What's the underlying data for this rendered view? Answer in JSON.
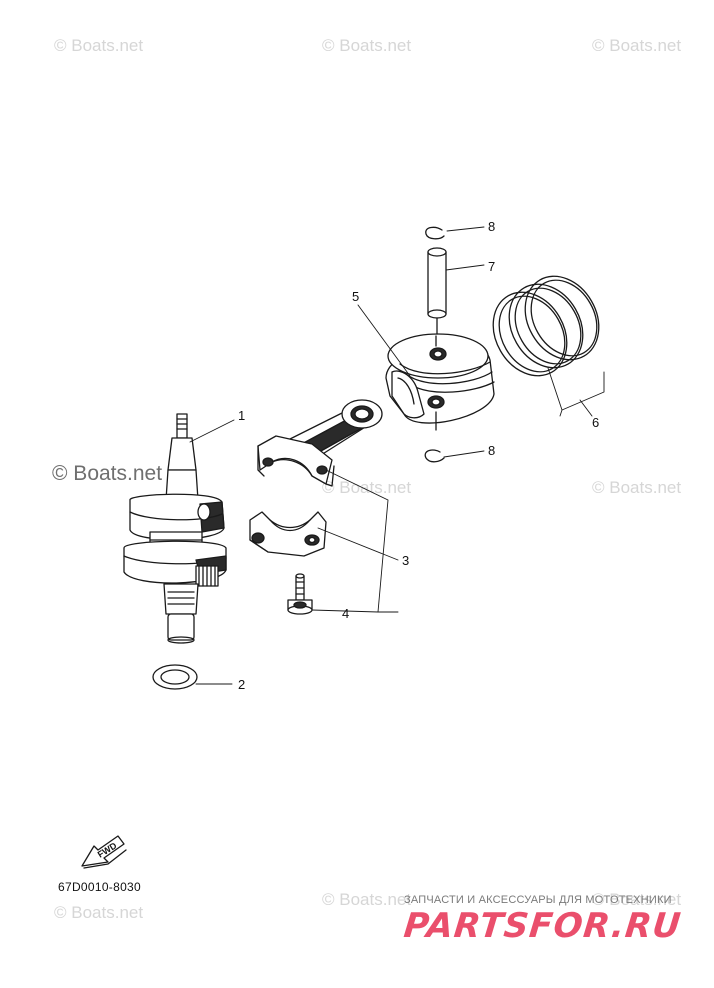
{
  "watermarks": {
    "faint": "© Boats.net",
    "strong": "© Boats.net"
  },
  "callouts": {
    "c1": "1",
    "c2": "2",
    "c3": "3",
    "c4": "4",
    "c5": "5",
    "c6": "6",
    "c7": "7",
    "c8_top": "8",
    "c8_bottom": "8"
  },
  "fwd_label": "FWD",
  "diagram_code": "67D0010-8030",
  "shop": {
    "tagline": "ЗАПЧАСТИ И АКСЕССУАРЫ ДЛЯ МОТОТЕХНИКИ",
    "logo": "PARTSFOR.RU",
    "logo_color": "#ea4f6c"
  }
}
